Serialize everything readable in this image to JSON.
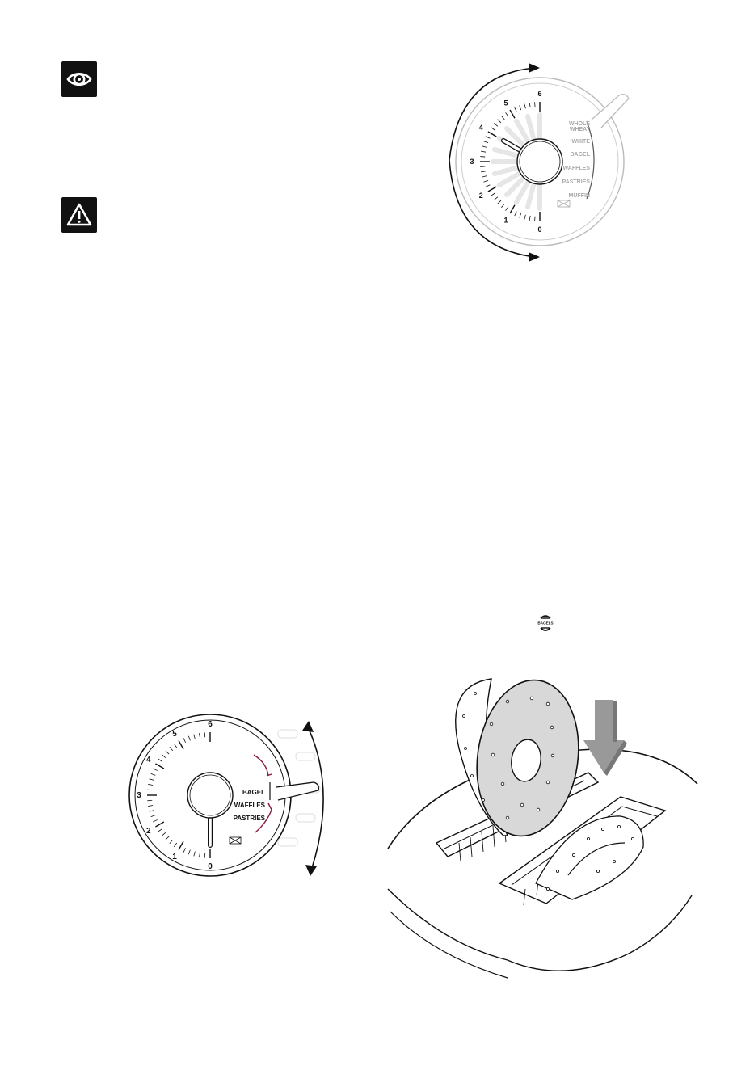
{
  "icons": {
    "info": "eye-icon",
    "warning": "warning-triangle-icon",
    "bagel_button": "bagel-button-icon"
  },
  "bagel_button": {
    "label": "BAGELS"
  },
  "dial_top": {
    "numbers": [
      "6",
      "5",
      "4",
      "3",
      "2",
      "1",
      "0"
    ],
    "presets": [
      "WHOLE",
      "WHEAT",
      "WHITE",
      "BAGEL",
      "WAFFLES",
      "PASTRIES",
      "MUFFIN"
    ],
    "setting": 4,
    "label_color": "#aaaaaa"
  },
  "dial_bottom": {
    "numbers": [
      "6",
      "5",
      "4",
      "3",
      "2",
      "1",
      "0"
    ],
    "presets": [
      "BAGEL",
      "WAFFLES",
      "PASTRIES"
    ],
    "setting": 0,
    "accent_color": "#8a1a3a"
  }
}
